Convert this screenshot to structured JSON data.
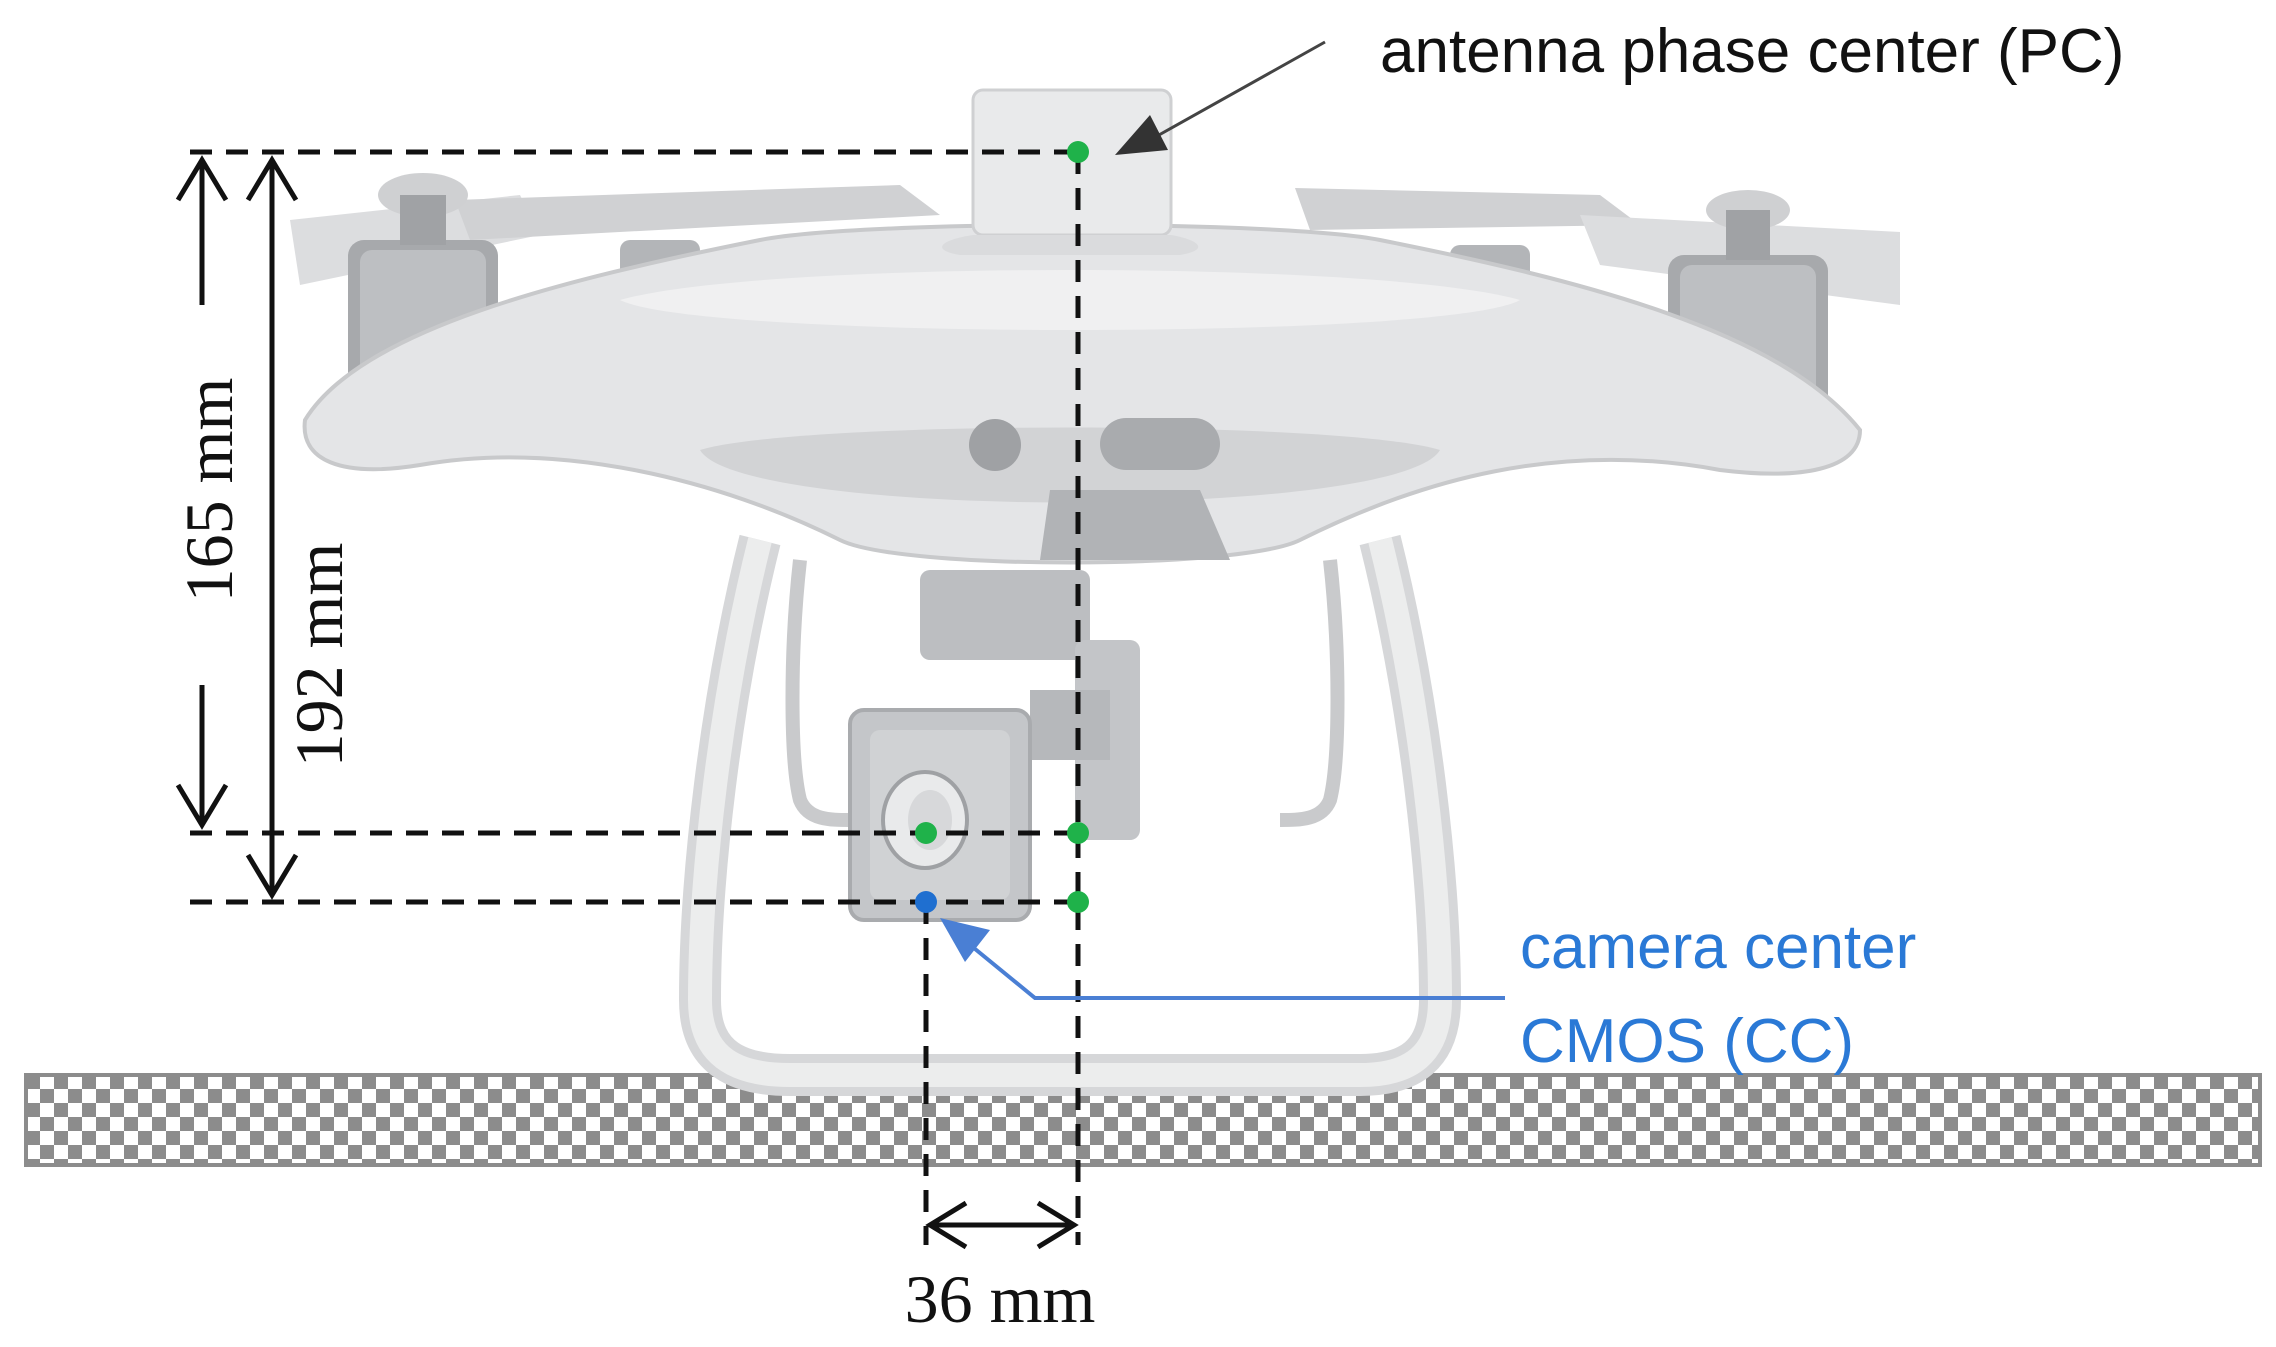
{
  "labels": {
    "antenna": "antenna phase center (PC)",
    "camera_line1": "camera center",
    "camera_line2": "CMOS (CC)",
    "dim_165": "165 mm",
    "dim_192": "192 mm",
    "dim_36": "36 mm"
  },
  "colors": {
    "background": "#ffffff",
    "drone_body": "#e4e5e7",
    "drone_shade": "#b9bbbe",
    "drone_dark": "#8d8f92",
    "dashed_line": "#111111",
    "antenna_point": "#1fb24a",
    "camera_point": "#1f6fd0",
    "camera_label": "#2a79d6",
    "leader_arrow": "#4a7fd4",
    "checker": "#8c8c8c",
    "text": "#111111"
  },
  "icons": {
    "drone": "quadcopter-drone-illustration",
    "ground": "checkered-ground-strip"
  }
}
